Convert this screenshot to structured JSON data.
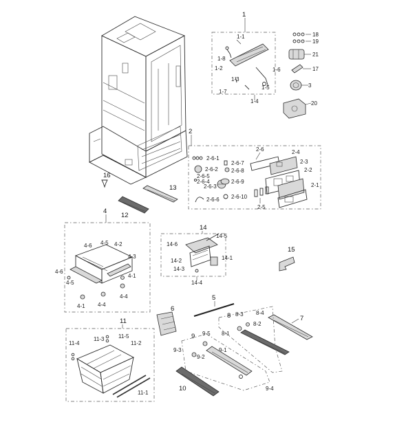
{
  "diagram": {
    "labels": {
      "p1": "1",
      "p1_1": "1-1",
      "p1_2": "1-2",
      "p1_3": "1-3",
      "p1_4": "1-4",
      "p1_5": "1-5",
      "p1_6": "1-6",
      "p1_7": "1-7",
      "p1_8": "1-8",
      "p18": "18",
      "p19": "19",
      "p21": "21",
      "p17": "17",
      "p3": "3",
      "p20": "20",
      "p2": "2",
      "p2_1": "2-1",
      "p2_2": "2-2",
      "p2_3": "2-3",
      "p2_4": "2-4",
      "p2_5": "2-5",
      "p2_6": "2-6",
      "p2_6_1": "2-6-1",
      "p2_6_2": "2-6-2",
      "p2_6_3": "2-6-3",
      "p2_6_4": "2-6-4",
      "p2_6_5": "2-6-5",
      "p2_6_6": "2-6-6",
      "p2_6_7": "2-6-7",
      "p2_6_8": "2-6-8",
      "p2_6_9": "2-6-9",
      "p2_6_10": "2-6-10",
      "p16": "16",
      "p13": "13",
      "p12": "12",
      "p4": "4",
      "p4_1": "4-1",
      "p4_2": "4-2",
      "p4_3": "4-3",
      "p4_4": "4-4",
      "p4_5": "4-5",
      "p4_6": "4-6",
      "p14": "14",
      "p14_1": "14-1",
      "p14_2": "14-2",
      "p14_3": "14-3",
      "p14_4": "14-4",
      "p14_5": "14-5",
      "p14_6": "14-6",
      "p15": "15",
      "p5": "5",
      "p6": "6",
      "p7": "7",
      "p8": "8",
      "p8_1": "8-1",
      "p8_2": "8-2",
      "p8_3": "8-3",
      "p8_4": "8-4",
      "p9": "9",
      "p9_1": "9-1",
      "p9_2": "9-2",
      "p9_3": "9-3",
      "p9_4": "9-4",
      "p9_5": "9-5",
      "p10": "10",
      "p11": "11",
      "p11_1": "11-1",
      "p11_2": "11-2",
      "p11_3": "11-3",
      "p11_4": "11-4",
      "p11_5": "11-5"
    }
  }
}
